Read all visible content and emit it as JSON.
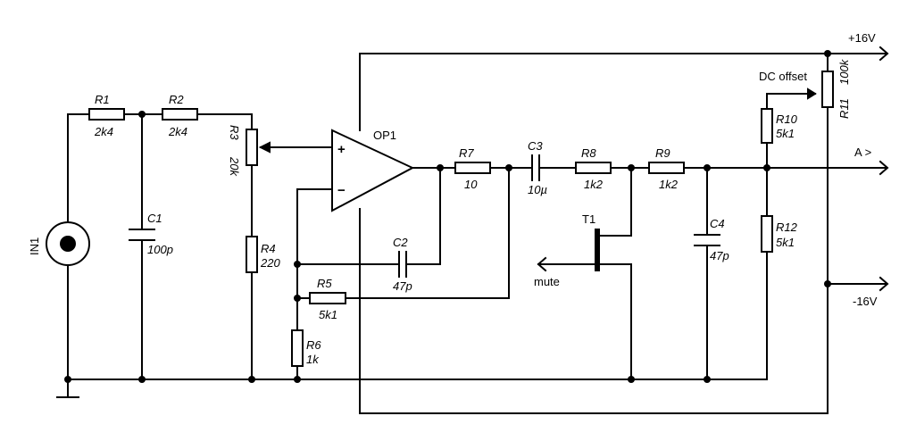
{
  "components": {
    "r1": {
      "name": "R1",
      "value": "2k4"
    },
    "r2": {
      "name": "R2",
      "value": "2k4"
    },
    "r3": {
      "name": "R3",
      "value": "20k"
    },
    "r4": {
      "name": "R4",
      "value": "220"
    },
    "r5": {
      "name": "R5",
      "value": "5k1"
    },
    "r6": {
      "name": "R6",
      "value": "1k"
    },
    "r7": {
      "name": "R7",
      "value": "10"
    },
    "r8": {
      "name": "R8",
      "value": "1k2"
    },
    "r9": {
      "name": "R9",
      "value": "1k2"
    },
    "r10": {
      "name": "R10",
      "value": "5k1"
    },
    "r11": {
      "name": "R11",
      "value": "100k"
    },
    "r12": {
      "name": "R12",
      "value": "5k1"
    },
    "c1": {
      "name": "C1",
      "value": "100p"
    },
    "c2": {
      "name": "C2",
      "value": "47p"
    },
    "c3": {
      "name": "C3",
      "value": "10µ"
    },
    "c4": {
      "name": "C4",
      "value": "47p"
    },
    "op1": {
      "name": "OP1",
      "plus": "+",
      "minus": "−"
    },
    "t1": {
      "name": "T1"
    },
    "in1": {
      "name": "IN1"
    }
  },
  "labels": {
    "vplus": "+16V",
    "vminus": "-16V",
    "out_a": "A >",
    "dc_offset": "DC offset",
    "mute": "mute"
  }
}
